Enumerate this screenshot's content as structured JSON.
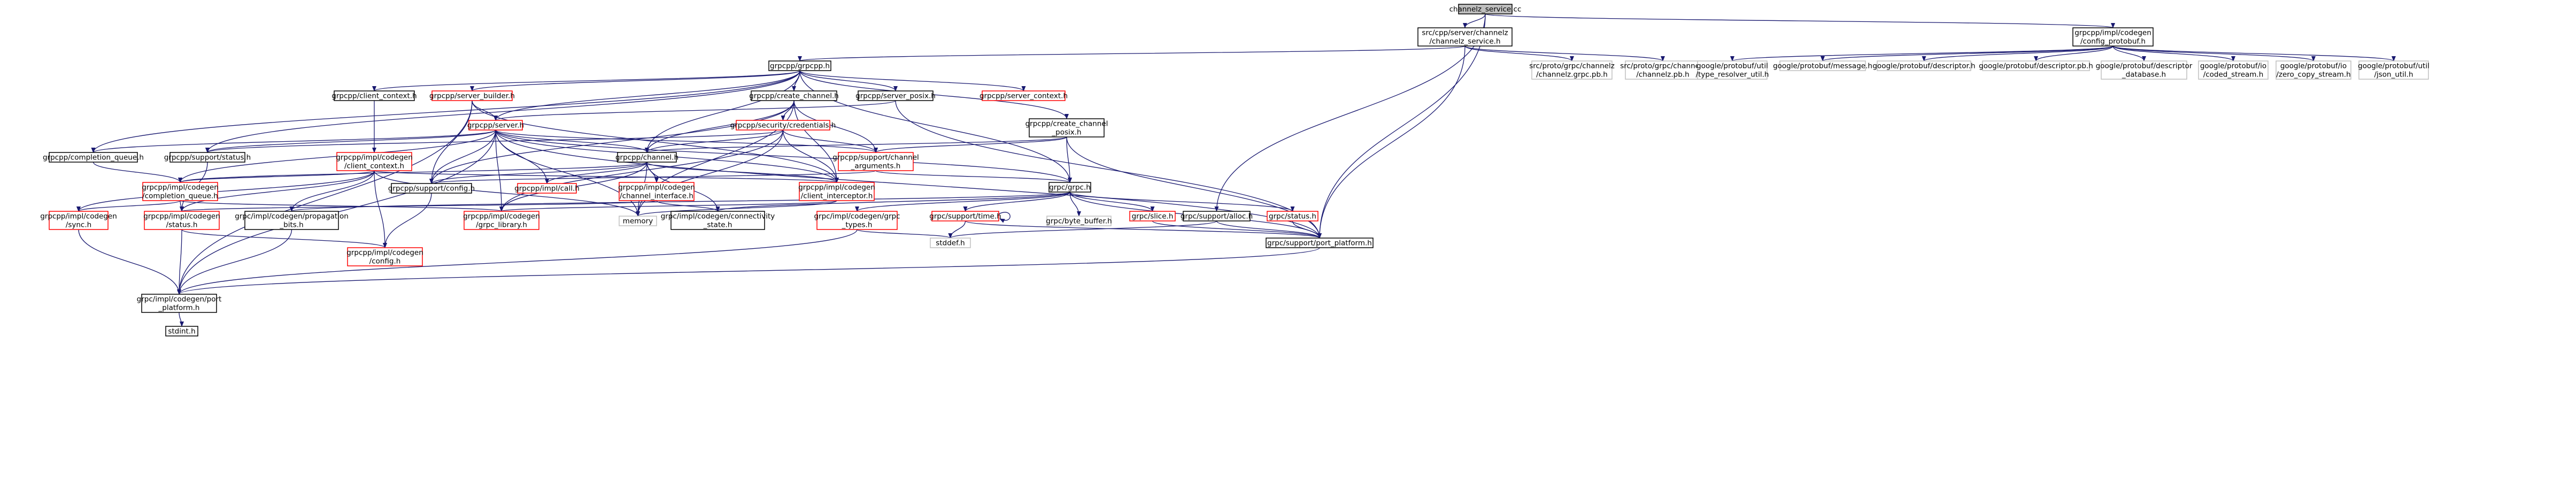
{
  "nodes": [
    {
      "id": "root",
      "lines": [
        "channelz_service.cc"
      ],
      "style": "root"
    },
    {
      "id": "cz_h",
      "lines": [
        "src/cpp/server/channelz",
        "/channelz_service.h"
      ],
      "style": "black"
    },
    {
      "id": "config_pb",
      "lines": [
        "grpcpp/impl/codegen",
        "/config_protobuf.h"
      ],
      "style": "black"
    },
    {
      "id": "grpcpp",
      "lines": [
        "grpcpp/grpcpp.h"
      ],
      "style": "black"
    },
    {
      "id": "cz_grpc_pb",
      "lines": [
        "src/proto/grpc/channelz",
        "/channelz.grpc.pb.h"
      ],
      "style": "gray"
    },
    {
      "id": "cz_pb",
      "lines": [
        "src/proto/grpc/channelz",
        "/channelz.pb.h"
      ],
      "style": "gray"
    },
    {
      "id": "gp_type",
      "lines": [
        "google/protobuf/util",
        "/type_resolver_util.h"
      ],
      "style": "gray"
    },
    {
      "id": "gp_message",
      "lines": [
        "google/protobuf/message.h"
      ],
      "style": "gray"
    },
    {
      "id": "gp_descriptor",
      "lines": [
        "google/protobuf/descriptor.h"
      ],
      "style": "gray"
    },
    {
      "id": "gp_descriptor_pb",
      "lines": [
        "google/protobuf/descriptor.pb.h"
      ],
      "style": "gray"
    },
    {
      "id": "gp_descriptor_db",
      "lines": [
        "google/protobuf/descriptor",
        "_database.h"
      ],
      "style": "gray"
    },
    {
      "id": "gp_coded",
      "lines": [
        "google/protobuf/io",
        "/coded_stream.h"
      ],
      "style": "gray"
    },
    {
      "id": "gp_zero",
      "lines": [
        "google/protobuf/io",
        "/zero_copy_stream.h"
      ],
      "style": "gray"
    },
    {
      "id": "gp_json",
      "lines": [
        "google/protobuf/util",
        "/json_util.h"
      ],
      "style": "gray"
    },
    {
      "id": "client_context",
      "lines": [
        "grpcpp/client_context.h"
      ],
      "style": "black"
    },
    {
      "id": "server_builder",
      "lines": [
        "grpcpp/server_builder.h"
      ],
      "style": "red"
    },
    {
      "id": "create_channel",
      "lines": [
        "grpcpp/create_channel.h"
      ],
      "style": "black"
    },
    {
      "id": "server_posix",
      "lines": [
        "grpcpp/server_posix.h"
      ],
      "style": "black"
    },
    {
      "id": "server_context",
      "lines": [
        "grpcpp/server_context.h"
      ],
      "style": "red"
    },
    {
      "id": "server",
      "lines": [
        "grpcpp/server.h"
      ],
      "style": "red"
    },
    {
      "id": "credentials",
      "lines": [
        "grpcpp/security/credentials.h"
      ],
      "style": "red"
    },
    {
      "id": "create_channel_posix",
      "lines": [
        "grpcpp/create_channel",
        "_posix.h"
      ],
      "style": "black"
    },
    {
      "id": "codegen_client_context",
      "lines": [
        "grpcpp/impl/codegen",
        "/client_context.h"
      ],
      "style": "red"
    },
    {
      "id": "completion_queue",
      "lines": [
        "grpcpp/completion_queue.h"
      ],
      "style": "black"
    },
    {
      "id": "support_status",
      "lines": [
        "grpcpp/support/status.h"
      ],
      "style": "black"
    },
    {
      "id": "channel",
      "lines": [
        "grpcpp/channel.h"
      ],
      "style": "black"
    },
    {
      "id": "channel_arguments",
      "lines": [
        "grpcpp/support/channel",
        "_arguments.h"
      ],
      "style": "red"
    },
    {
      "id": "codegen_cq",
      "lines": [
        "grpcpp/impl/codegen",
        "/completion_queue.h"
      ],
      "style": "red"
    },
    {
      "id": "support_config",
      "lines": [
        "grpcpp/support/config.h"
      ],
      "style": "black"
    },
    {
      "id": "impl_call",
      "lines": [
        "grpcpp/impl/call.h"
      ],
      "style": "red"
    },
    {
      "id": "channel_interface",
      "lines": [
        "grpcpp/impl/codegen",
        "/channel_interface.h"
      ],
      "style": "red"
    },
    {
      "id": "client_interceptor",
      "lines": [
        "grpcpp/impl/codegen",
        "/client_interceptor.h"
      ],
      "style": "red"
    },
    {
      "id": "grpc_h",
      "lines": [
        "grpc/grpc.h"
      ],
      "style": "black"
    },
    {
      "id": "sync",
      "lines": [
        "grpcpp/impl/codegen",
        "/sync.h"
      ],
      "style": "red"
    },
    {
      "id": "codegen_status",
      "lines": [
        "grpcpp/impl/codegen",
        "/status.h"
      ],
      "style": "red"
    },
    {
      "id": "propagation_bits",
      "lines": [
        "grpc/impl/codegen/propagation",
        "_bits.h"
      ],
      "style": "black"
    },
    {
      "id": "grpc_library",
      "lines": [
        "grpcpp/impl/codegen",
        "/grpc_library.h"
      ],
      "style": "red"
    },
    {
      "id": "memory",
      "lines": [
        "memory"
      ],
      "style": "gray"
    },
    {
      "id": "connectivity_state",
      "lines": [
        "grpc/impl/codegen/connectivity",
        "_state.h"
      ],
      "style": "black"
    },
    {
      "id": "grpc_types",
      "lines": [
        "grpc/impl/codegen/grpc",
        "_types.h"
      ],
      "style": "red"
    },
    {
      "id": "support_time",
      "lines": [
        "grpc/support/time.h"
      ],
      "style": "red"
    },
    {
      "id": "byte_buffer",
      "lines": [
        "grpc/byte_buffer.h"
      ],
      "style": "gray"
    },
    {
      "id": "slice",
      "lines": [
        "grpc/slice.h"
      ],
      "style": "red"
    },
    {
      "id": "support_alloc",
      "lines": [
        "grpc/support/alloc.h"
      ],
      "style": "black"
    },
    {
      "id": "grpc_status",
      "lines": [
        "grpc/status.h"
      ],
      "style": "red"
    },
    {
      "id": "codegen_config",
      "lines": [
        "grpcpp/impl/codegen",
        "/config.h"
      ],
      "style": "red"
    },
    {
      "id": "stddef",
      "lines": [
        "stddef.h"
      ],
      "style": "gray"
    },
    {
      "id": "port_platform_support",
      "lines": [
        "grpc/support/port_platform.h"
      ],
      "style": "black"
    },
    {
      "id": "port_platform_codegen",
      "lines": [
        "grpc/impl/codegen/port",
        "_platform.h"
      ],
      "style": "black"
    },
    {
      "id": "stdint",
      "lines": [
        "stdint.h"
      ],
      "style": "black"
    }
  ],
  "edges": [
    [
      "root",
      "cz_h"
    ],
    [
      "root",
      "config_pb"
    ],
    [
      "root",
      "port_platform_support"
    ],
    [
      "root",
      "support_alloc"
    ],
    [
      "cz_h",
      "grpcpp"
    ],
    [
      "cz_h",
      "cz_grpc_pb"
    ],
    [
      "cz_h",
      "cz_pb"
    ],
    [
      "cz_h",
      "port_platform_support"
    ],
    [
      "config_pb",
      "gp_type"
    ],
    [
      "config_pb",
      "gp_message"
    ],
    [
      "config_pb",
      "gp_descriptor"
    ],
    [
      "config_pb",
      "gp_descriptor_pb"
    ],
    [
      "config_pb",
      "gp_descriptor_db"
    ],
    [
      "config_pb",
      "gp_coded"
    ],
    [
      "config_pb",
      "gp_zero"
    ],
    [
      "config_pb",
      "gp_json"
    ],
    [
      "grpcpp",
      "client_context"
    ],
    [
      "grpcpp",
      "server_builder"
    ],
    [
      "grpcpp",
      "create_channel"
    ],
    [
      "grpcpp",
      "server_posix"
    ],
    [
      "grpcpp",
      "server_context"
    ],
    [
      "grpcpp",
      "create_channel_posix"
    ],
    [
      "grpcpp",
      "completion_queue"
    ],
    [
      "grpcpp",
      "support_status"
    ],
    [
      "grpcpp",
      "channel"
    ],
    [
      "grpcpp",
      "grpc_h"
    ],
    [
      "grpcpp",
      "server"
    ],
    [
      "client_context",
      "codegen_client_context"
    ],
    [
      "server_builder",
      "server"
    ],
    [
      "server_builder",
      "support_config"
    ],
    [
      "server_builder",
      "client_interceptor"
    ],
    [
      "server_builder",
      "port_platform_codegen"
    ],
    [
      "create_channel",
      "credentials"
    ],
    [
      "create_channel",
      "channel"
    ],
    [
      "create_channel",
      "channel_arguments"
    ],
    [
      "create_channel",
      "memory"
    ],
    [
      "create_channel",
      "support_config"
    ],
    [
      "create_channel",
      "client_interceptor"
    ],
    [
      "server_posix",
      "server"
    ],
    [
      "server_posix",
      "port_platform_support"
    ],
    [
      "create_channel_posix",
      "channel"
    ],
    [
      "create_channel_posix",
      "channel_arguments"
    ],
    [
      "create_channel_posix",
      "port_platform_support"
    ],
    [
      "create_channel_posix",
      "grpc_h"
    ],
    [
      "server",
      "completion_queue"
    ],
    [
      "server",
      "support_status"
    ],
    [
      "server",
      "channel"
    ],
    [
      "server",
      "channel_arguments"
    ],
    [
      "server",
      "impl_call"
    ],
    [
      "server",
      "client_interceptor"
    ],
    [
      "server",
      "grpc_library"
    ],
    [
      "server",
      "memory"
    ],
    [
      "server",
      "codegen_cq"
    ],
    [
      "server",
      "support_config"
    ],
    [
      "server",
      "grpc_h"
    ],
    [
      "server",
      "port_platform_support"
    ],
    [
      "server",
      "port_platform_codegen"
    ],
    [
      "credentials",
      "channel"
    ],
    [
      "credentials",
      "channel_arguments"
    ],
    [
      "credentials",
      "support_status"
    ],
    [
      "credentials",
      "memory"
    ],
    [
      "credentials",
      "grpc_library"
    ],
    [
      "credentials",
      "client_interceptor"
    ],
    [
      "codegen_client_context",
      "codegen_cq"
    ],
    [
      "codegen_client_context",
      "codegen_status"
    ],
    [
      "codegen_client_context",
      "propagation_bits"
    ],
    [
      "codegen_client_context",
      "client_interceptor"
    ],
    [
      "codegen_client_context",
      "sync"
    ],
    [
      "codegen_client_context",
      "memory"
    ],
    [
      "codegen_client_context",
      "codegen_config"
    ],
    [
      "completion_queue",
      "codegen_cq"
    ],
    [
      "support_status",
      "codegen_status"
    ],
    [
      "channel",
      "channel_interface"
    ],
    [
      "channel",
      "client_interceptor"
    ],
    [
      "channel",
      "impl_call"
    ],
    [
      "channel",
      "codegen_cq"
    ],
    [
      "channel",
      "support_config"
    ],
    [
      "channel",
      "grpc_library"
    ],
    [
      "channel",
      "memory"
    ],
    [
      "channel",
      "connectivity_state"
    ],
    [
      "channel_arguments",
      "grpc_h"
    ],
    [
      "channel_arguments",
      "support_config"
    ],
    [
      "codegen_cq",
      "sync"
    ],
    [
      "codegen_cq",
      "codegen_status"
    ],
    [
      "codegen_cq",
      "grpc_library"
    ],
    [
      "support_config",
      "codegen_config"
    ],
    [
      "channel_interface",
      "connectivity_state"
    ],
    [
      "channel_interface",
      "codegen_status"
    ],
    [
      "client_interceptor",
      "grpc_library"
    ],
    [
      "client_interceptor",
      "memory"
    ],
    [
      "grpc_h",
      "grpc_types"
    ],
    [
      "grpc_h",
      "support_time"
    ],
    [
      "grpc_h",
      "byte_buffer"
    ],
    [
      "grpc_h",
      "slice"
    ],
    [
      "grpc_h",
      "grpc_status"
    ],
    [
      "grpc_h",
      "port_platform_support"
    ],
    [
      "grpc_h",
      "propagation_bits"
    ],
    [
      "grpc_h",
      "connectivity_state"
    ],
    [
      "sync",
      "port_platform_codegen"
    ],
    [
      "codegen_status",
      "port_platform_codegen"
    ],
    [
      "codegen_status",
      "codegen_config"
    ],
    [
      "propagation_bits",
      "port_platform_codegen"
    ],
    [
      "grpc_types",
      "stddef"
    ],
    [
      "grpc_types",
      "port_platform_codegen"
    ],
    [
      "support_time",
      "stddef"
    ],
    [
      "support_time",
      "port_platform_support"
    ],
    [
      "support_time",
      "support_time"
    ],
    [
      "slice",
      "port_platform_support"
    ],
    [
      "support_alloc",
      "stddef"
    ],
    [
      "support_alloc",
      "port_platform_support"
    ],
    [
      "grpc_status",
      "port_platform_support"
    ],
    [
      "port_platform_support",
      "port_platform_codegen"
    ],
    [
      "port_platform_codegen",
      "stdint"
    ]
  ]
}
